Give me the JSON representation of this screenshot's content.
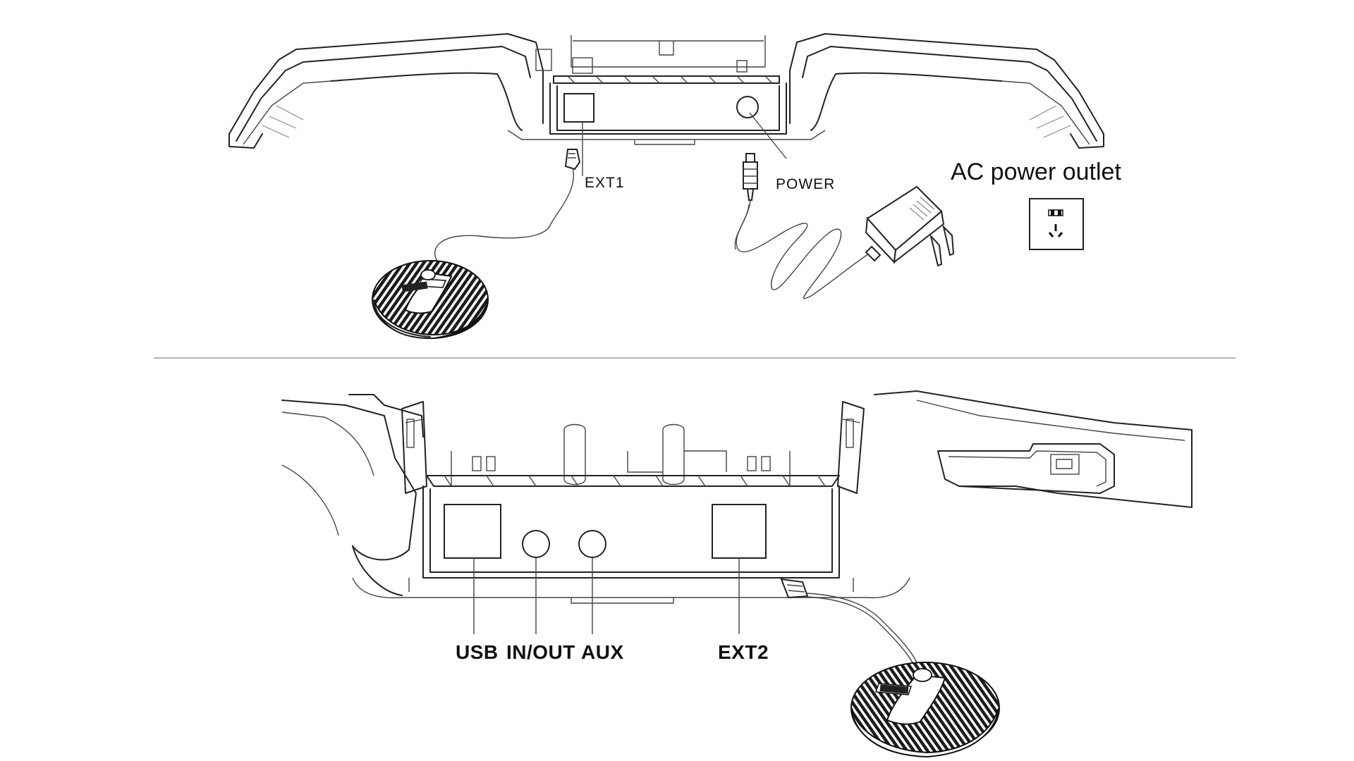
{
  "top_panel": {
    "labels": {
      "ext1": "EXT1",
      "power": "POWER",
      "ac_outlet": "AC power outlet"
    }
  },
  "bottom_panel": {
    "labels": {
      "usb": "USB",
      "in_out": "IN/OUT",
      "aux": "AUX",
      "ext2": "EXT2"
    }
  },
  "colors": {
    "line": "#222222",
    "background": "#ffffff",
    "divider": "#9a9a9a"
  }
}
